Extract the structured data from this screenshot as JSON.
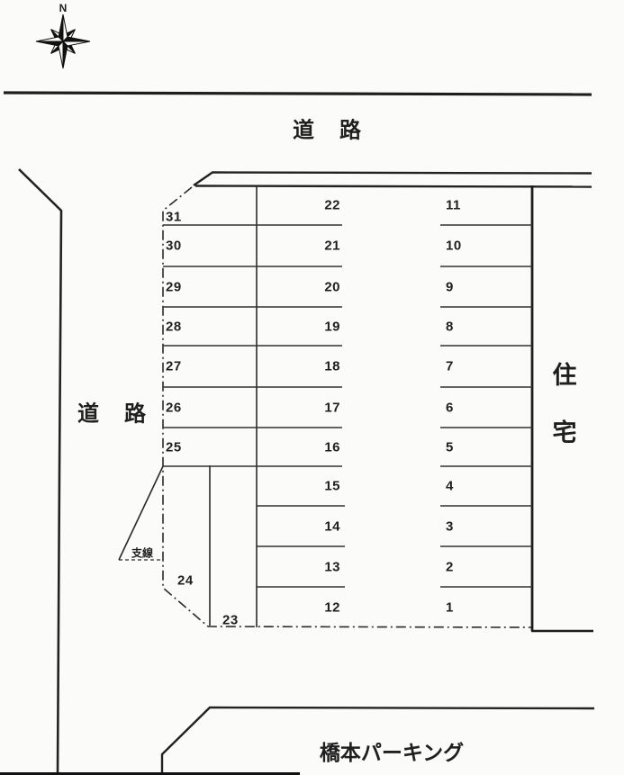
{
  "compass": {
    "label": "N"
  },
  "roads": {
    "top": "道　路",
    "left": "道　路"
  },
  "residence": {
    "chars": [
      "住",
      "宅"
    ]
  },
  "facility": {
    "name": "橋本パーキング"
  },
  "easement": {
    "label": "支線"
  },
  "parking": {
    "left_column": [
      "31",
      "30",
      "29",
      "28",
      "27",
      "26",
      "25"
    ],
    "middle_column": [
      "22",
      "21",
      "20",
      "19",
      "18",
      "17",
      "16",
      "15",
      "14",
      "13",
      "12"
    ],
    "right_column": [
      "11",
      "10",
      "9",
      "8",
      "7",
      "6",
      "5",
      "4",
      "3",
      "2",
      "1"
    ],
    "corner_spots": [
      "24",
      "23"
    ]
  }
}
